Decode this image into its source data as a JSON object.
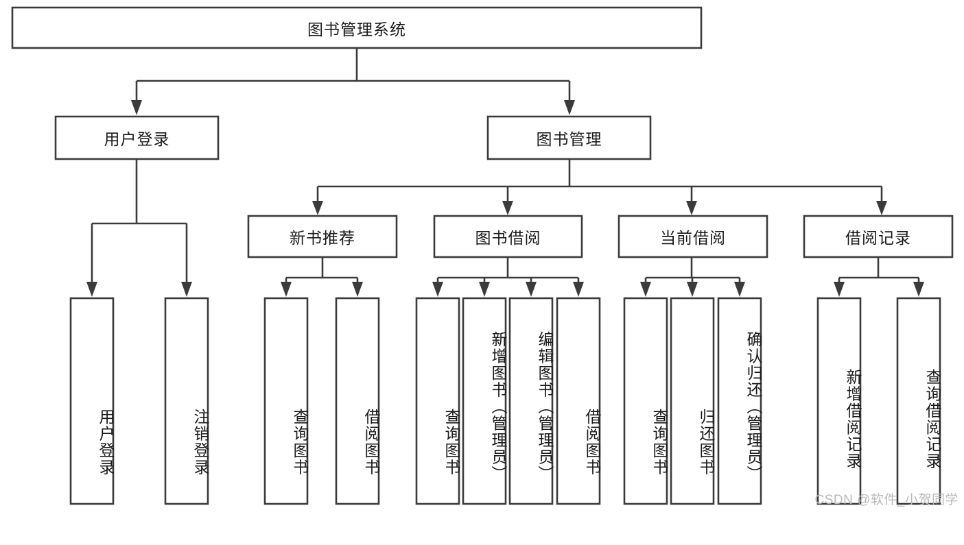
{
  "diagram": {
    "title": "图书管理系统",
    "type": "tree-hierarchy",
    "orientation": "top-down",
    "colors": {
      "box_stroke": "#3b3b3b",
      "box_fill": "#ffffff",
      "connector": "#3b3b3b",
      "text": "#1a1a1a",
      "background": "#ffffff",
      "watermark": "#b9b9b9"
    },
    "root": {
      "label": "图书管理系统"
    },
    "level2": [
      {
        "label": "用户登录"
      },
      {
        "label": "图书管理"
      }
    ],
    "level3": [
      {
        "label": "新书推荐"
      },
      {
        "label": "图书借阅"
      },
      {
        "label": "当前借阅"
      },
      {
        "label": "借阅记录"
      }
    ],
    "leaves": {
      "user_login": [
        {
          "label": "用户登录"
        },
        {
          "label": "注销登录"
        }
      ],
      "new_book_recommend": [
        {
          "label": "查询图书"
        },
        {
          "label": "借阅图书"
        }
      ],
      "book_borrow": [
        {
          "label": "查询图书"
        },
        {
          "label": "新增图书（管理员）"
        },
        {
          "label": "编辑图书（管理员）"
        },
        {
          "label": "借阅图书"
        }
      ],
      "current_borrow": [
        {
          "label": "查询图书"
        },
        {
          "label": "归还图书"
        },
        {
          "label": "确认归还（管理员）"
        }
      ],
      "borrow_records": [
        {
          "label": "新增借阅记录"
        },
        {
          "label": "查询借阅记录"
        }
      ]
    }
  },
  "watermark": {
    "text": "CSDN @软件_小贺同学"
  }
}
